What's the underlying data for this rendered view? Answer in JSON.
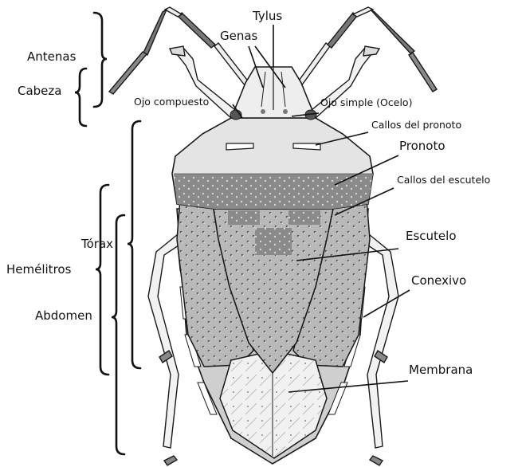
{
  "labels": {
    "tylus": "Tylus",
    "genas": "Genas",
    "antenas": "Antenas",
    "cabeza": "Cabeza",
    "ojo_compuesto": "Ojo compuesto",
    "ojo_simple": "Ojo simple (Ocelo)",
    "callos_pronoto": "Callos del pronoto",
    "pronoto": "Pronoto",
    "callos_escutelo": "Callos del escutelo",
    "torax": "Tórax",
    "hemelitros": "Hemélitros",
    "escutelo": "Escutelo",
    "conexivo": "Conexivo",
    "abdomen": "Abdomen",
    "membrana": "Membrana"
  },
  "colors": {
    "outline": "#1a1a1a",
    "body_light": "#e6e6e6",
    "body_mid": "#bdbdbd",
    "body_dark": "#8f8f8f",
    "pronoto_dark": "#7d7d7d",
    "membrane": "#efefef",
    "leg_light": "#f2f2f2",
    "antenna_dark": "#6f6f6f"
  }
}
